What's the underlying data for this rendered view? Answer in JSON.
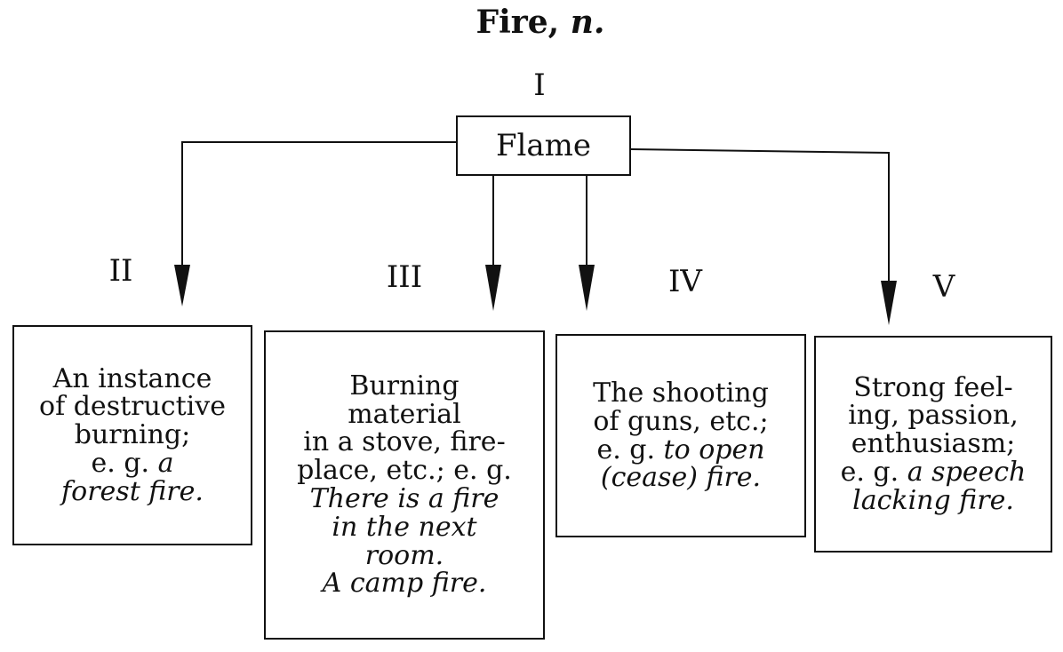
{
  "title": {
    "word": "Fire,",
    "pos": "n."
  },
  "root": {
    "numeral": "I",
    "label": "Flame"
  },
  "meanings": [
    {
      "numeral": "II",
      "definition_lines": [
        "An instance",
        "of destructive",
        "burning;"
      ],
      "example_lines": [
        {
          "pre": "e. g. ",
          "it": "a"
        },
        {
          "pre": "",
          "it": "forest fire."
        }
      ]
    },
    {
      "numeral": "III",
      "definition_lines": [
        "Burning",
        "material",
        "in a stove, fire-",
        "place, etc.; e. g."
      ],
      "example_lines": [
        {
          "pre": "",
          "it": "There is a fire"
        },
        {
          "pre": "",
          "it": "in the next"
        },
        {
          "pre": "",
          "it": "room."
        },
        {
          "pre": "",
          "it": "A camp fire."
        }
      ]
    },
    {
      "numeral": "IV",
      "definition_lines": [
        "The shooting",
        "of guns, etc.;"
      ],
      "example_lines": [
        {
          "pre": "e. g. ",
          "it": "to open"
        },
        {
          "pre": "(cease) ",
          "it": "fire."
        }
      ]
    },
    {
      "numeral": "V",
      "definition_lines": [
        "Strong feel-",
        "ing, passion,",
        "enthusiasm;"
      ],
      "example_lines": [
        {
          "pre": "e. g. ",
          "it": "a speech"
        },
        {
          "pre": "",
          "it": "lacking fire."
        }
      ]
    }
  ]
}
